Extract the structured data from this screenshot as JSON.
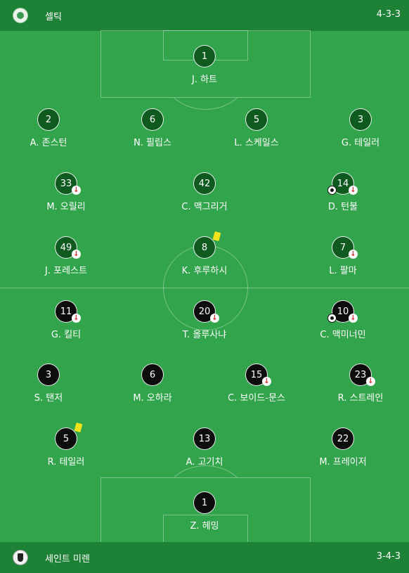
{
  "home": {
    "name": "셀틱",
    "formation": "4-3-3"
  },
  "away": {
    "name": "세인트 미렌",
    "formation": "3-4-3"
  },
  "home_players": [
    {
      "number": "1",
      "name": "J. 하트",
      "sub": false,
      "goal": false,
      "card": false
    },
    {
      "number": "2",
      "name": "A. 존스턴",
      "sub": false,
      "goal": false,
      "card": false
    },
    {
      "number": "6",
      "name": "N. 필립스",
      "sub": false,
      "goal": false,
      "card": false
    },
    {
      "number": "5",
      "name": "L. 스케일스",
      "sub": false,
      "goal": false,
      "card": false
    },
    {
      "number": "3",
      "name": "G. 테일러",
      "sub": false,
      "goal": false,
      "card": false
    },
    {
      "number": "33",
      "name": "M. 오릴리",
      "sub": true,
      "goal": false,
      "card": false
    },
    {
      "number": "42",
      "name": "C. 맥그리거",
      "sub": false,
      "goal": false,
      "card": false
    },
    {
      "number": "14",
      "name": "D. 턴불",
      "sub": true,
      "goal": true,
      "card": false
    },
    {
      "number": "49",
      "name": "J. 포레스트",
      "sub": true,
      "goal": false,
      "card": false
    },
    {
      "number": "8",
      "name": "K. 후루하시",
      "sub": false,
      "goal": false,
      "card": true
    },
    {
      "number": "7",
      "name": "L. 팔마",
      "sub": true,
      "goal": false,
      "card": false
    }
  ],
  "away_players": [
    {
      "number": "11",
      "name": "G. 킬티",
      "sub": true,
      "goal": false,
      "card": false
    },
    {
      "number": "20",
      "name": "T. 올루사냐",
      "sub": true,
      "goal": false,
      "card": false
    },
    {
      "number": "10",
      "name": "C. 맥미너민",
      "sub": true,
      "goal": true,
      "card": false
    },
    {
      "number": "3",
      "name": "S. 탠저",
      "sub": false,
      "goal": false,
      "card": false
    },
    {
      "number": "6",
      "name": "M. 오하라",
      "sub": false,
      "goal": false,
      "card": false
    },
    {
      "number": "15",
      "name": "C. 보이드-문스",
      "sub": true,
      "goal": false,
      "card": false
    },
    {
      "number": "23",
      "name": "R. 스트레인",
      "sub": true,
      "goal": false,
      "card": false
    },
    {
      "number": "5",
      "name": "R. 테일러",
      "sub": false,
      "goal": false,
      "card": true
    },
    {
      "number": "13",
      "name": "A. 고기치",
      "sub": false,
      "goal": false,
      "card": false
    },
    {
      "number": "22",
      "name": "M. 프레이저",
      "sub": false,
      "goal": false,
      "card": false
    },
    {
      "number": "1",
      "name": "Z. 헤밍",
      "sub": false,
      "goal": false,
      "card": false
    }
  ],
  "icons": {
    "sub": "sub-off-arrow-icon",
    "goal": "football-icon",
    "card": "yellow-card-icon",
    "sub_glyph": "↓"
  },
  "colors": {
    "header_bg": "#1e8236",
    "pitch": "#32a44b",
    "home_disc": "#0e5a1f",
    "away_disc": "#0d0d0d",
    "sub_arrow": "#d0312d",
    "yellow_card": "#f5e31b"
  }
}
